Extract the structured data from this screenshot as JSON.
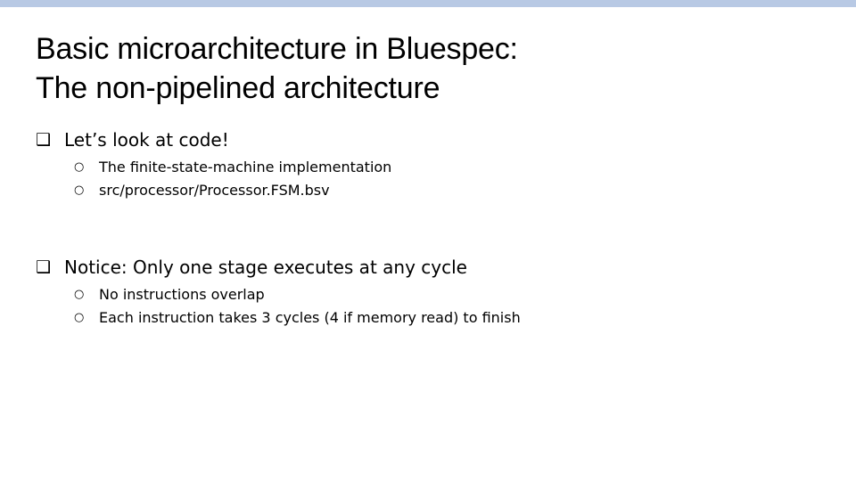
{
  "slide": {
    "accent_color": "#b8c9e4",
    "background_color": "#ffffff",
    "text_color": "#000000",
    "title": {
      "line1": "Basic microarchitecture in Bluespec:",
      "line2": "The non-pipelined architecture"
    },
    "bullet_glyphs": {
      "level1": "❑",
      "level2": "○"
    },
    "groups": [
      {
        "heading": "Let’s look at code!",
        "items": [
          "The finite-state-machine implementation",
          "src/processor/Processor.FSM.bsv"
        ]
      },
      {
        "heading": "Notice: Only one stage executes at any cycle",
        "items": [
          "No instructions overlap",
          "Each instruction takes 3 cycles (4 if memory read) to finish"
        ]
      }
    ]
  }
}
